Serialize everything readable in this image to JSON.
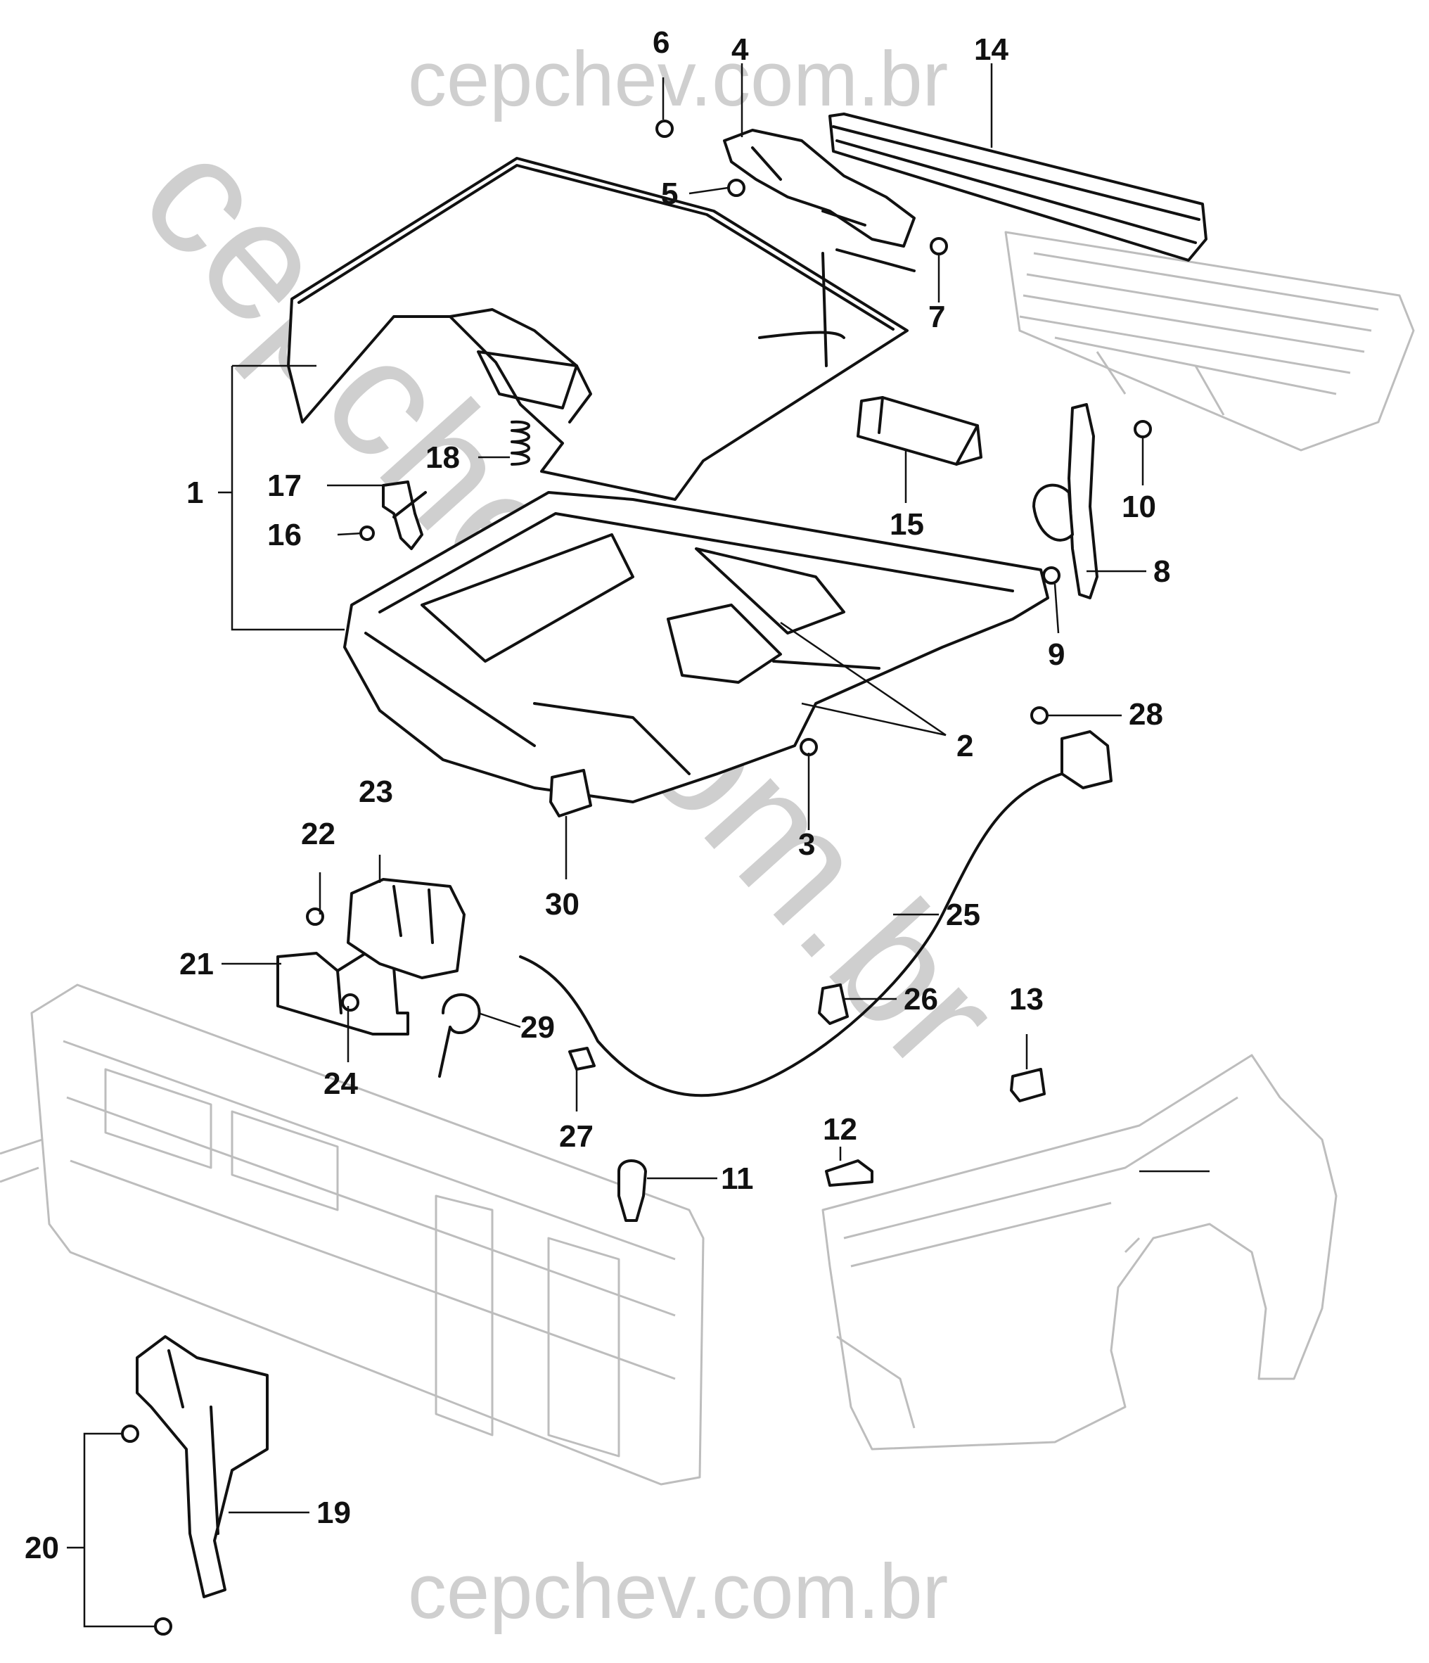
{
  "watermark": {
    "top": "cepchev.com.br",
    "bottom": "cepchev.com.br",
    "diagonal": "cepchev.com.br"
  },
  "callouts": {
    "c1": "1",
    "c2": "2",
    "c3": "3",
    "c4": "4",
    "c5": "5",
    "c6": "6",
    "c7": "7",
    "c8": "8",
    "c9": "9",
    "c10": "10",
    "c11": "11",
    "c12": "12",
    "c13": "13",
    "c14": "14",
    "c15": "15",
    "c16": "16",
    "c17": "17",
    "c18": "18",
    "c19": "19",
    "c20": "20",
    "c21": "21",
    "c22": "22",
    "c23": "23",
    "c24": "24",
    "c25": "25",
    "c26": "26",
    "c27": "27",
    "c28": "28",
    "c29": "29",
    "c30": "30"
  }
}
